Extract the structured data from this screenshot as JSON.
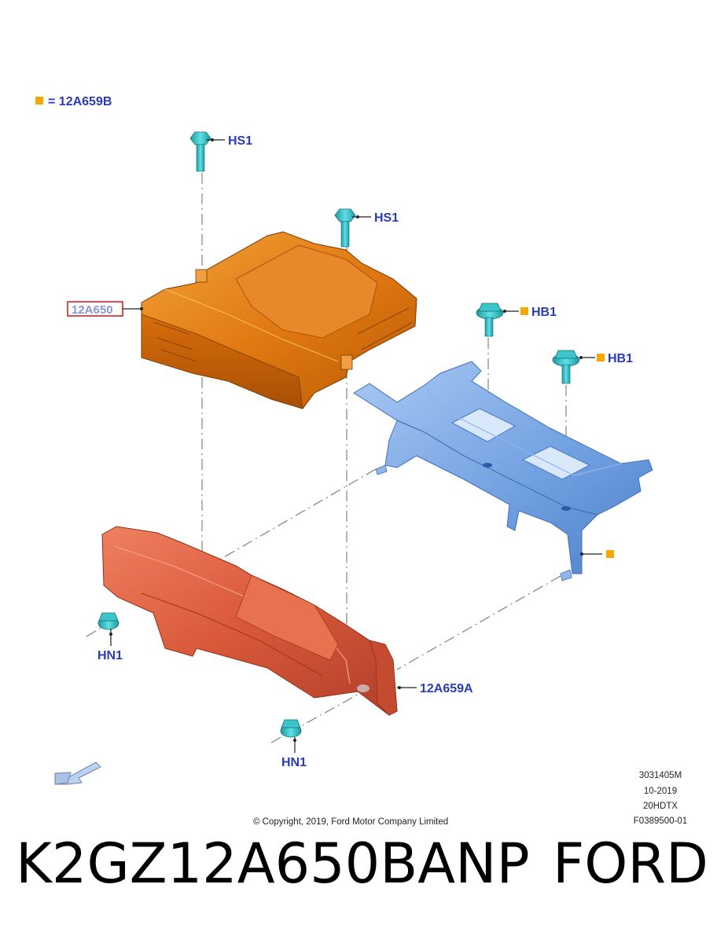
{
  "legend": {
    "symbol_color": "#f5a800",
    "text": "= 12A659B"
  },
  "callouts": {
    "hs1_top": "HS1",
    "hs1_mid": "HS1",
    "ecu": "12A650",
    "hb1_a": "HB1",
    "hb1_b": "HB1",
    "bracket_tab": "",
    "hn1_left": "HN1",
    "hn1_bottom": "HN1",
    "base": "12A659A"
  },
  "info_block": {
    "line1": "3031405M",
    "line2": "10-2019",
    "line3": "20HDTX",
    "line4": "F0389500-01"
  },
  "copyright": "© Copyright, 2019, Ford Motor Company Limited",
  "footer": {
    "part_number": "K2GZ12A650BANP",
    "brand": "FORD"
  },
  "colors": {
    "label": "#2a3bb5",
    "ecu_orange": "#e07a10",
    "bracket_blue": "#6f9fe0",
    "base_red": "#d9583a",
    "fastener_teal": "#27b3b8",
    "marker_yellow": "#f5a800",
    "highlight_red": "#d62020"
  }
}
